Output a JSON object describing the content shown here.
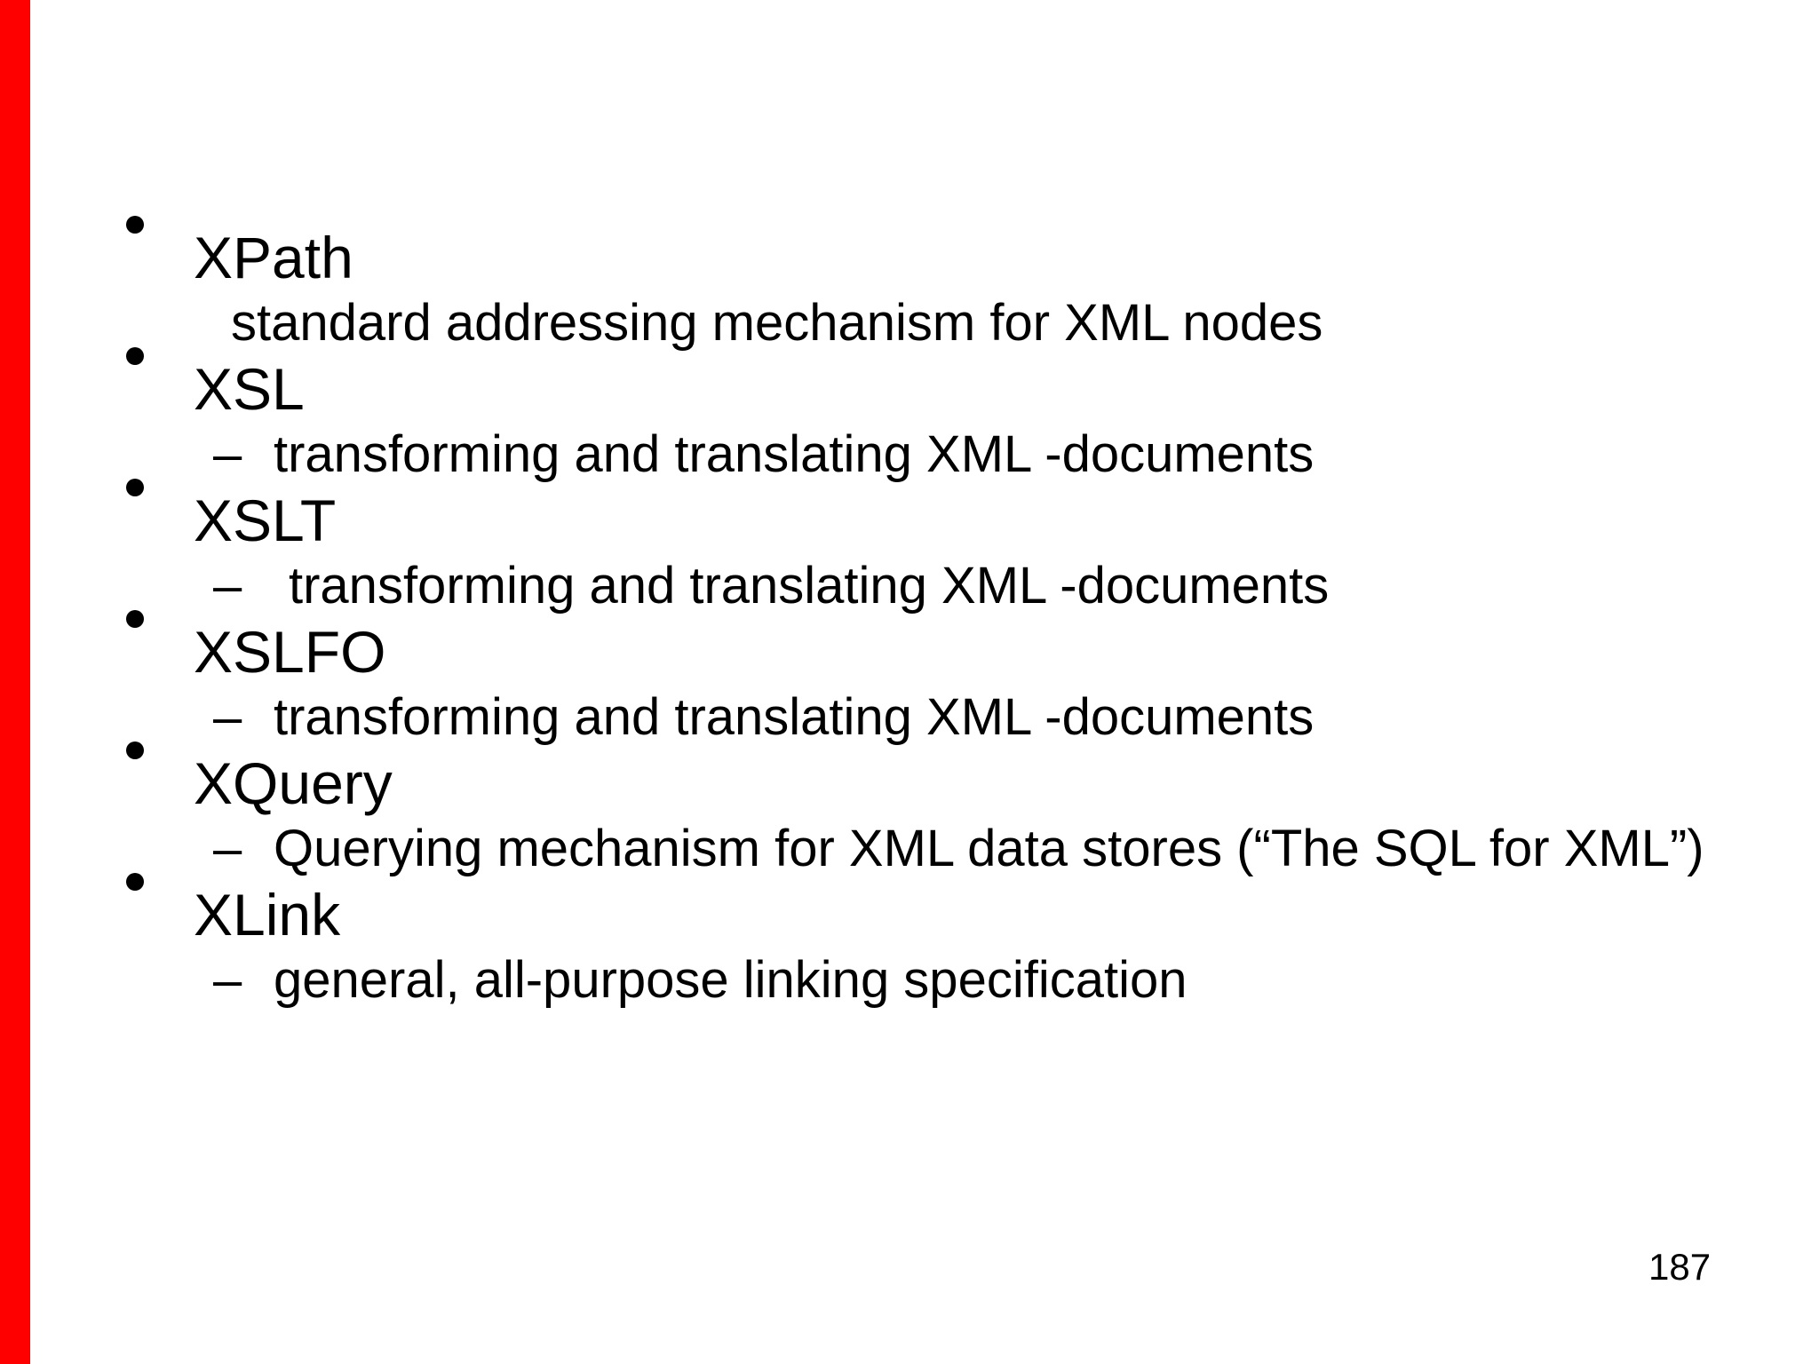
{
  "slide": {
    "background_color": "#ffffff",
    "text_color": "#000000",
    "edge_strip_color": "#ff0000",
    "page_number": "187",
    "items": [
      {
        "term": "XPath",
        "sub": {
          "dash": "",
          "text": "standard addressing mechanism for XML nodes"
        }
      },
      {
        "term": "XSL",
        "sub": {
          "dash": "–",
          "text": "transforming and translating XML -documents"
        }
      },
      {
        "term": "XSLT",
        "sub": {
          "dash": "–",
          "text": "transforming and translating XML -documents"
        }
      },
      {
        "term": "XSLFO",
        "sub": {
          "dash": "–",
          "text": "transforming and translating XML -documents"
        }
      },
      {
        "term": "XQuery",
        "sub": {
          "dash": "–",
          "text": "Querying mechanism for XML data stores (“The SQL for XML”)"
        }
      },
      {
        "term": "XLink",
        "sub": {
          "dash": "–",
          "text": "general, all-purpose linking specification"
        }
      }
    ]
  }
}
